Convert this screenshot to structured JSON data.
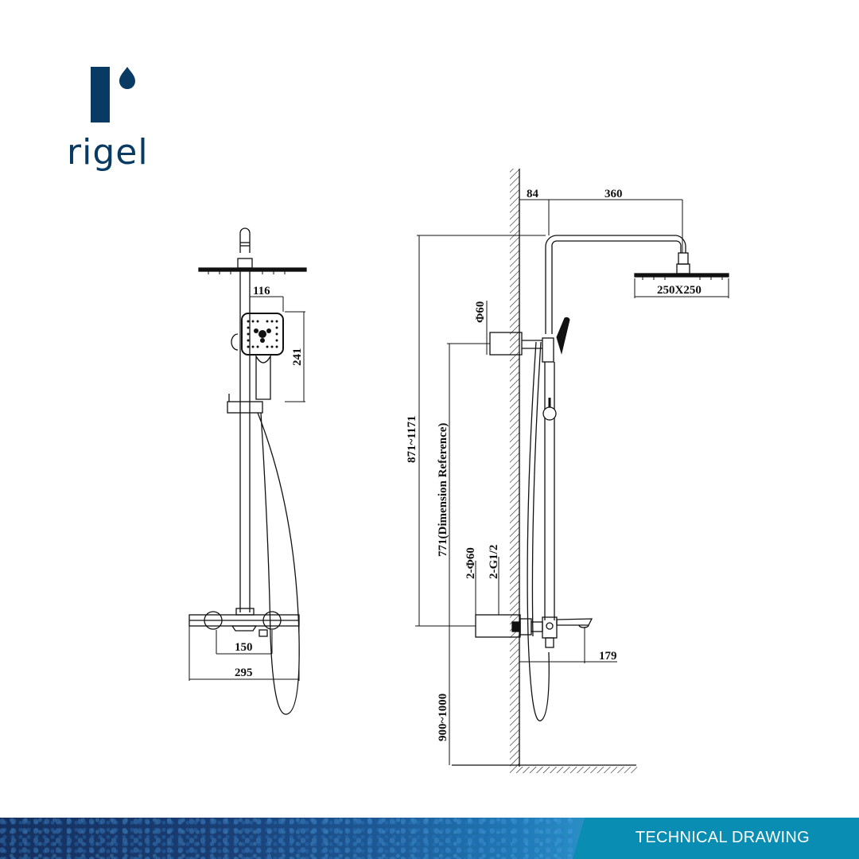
{
  "brand": {
    "name": "rigel",
    "color": "#083a63"
  },
  "footer": {
    "label": "TECHNICAL DRAWING",
    "band_color": "#0a8db3",
    "gradient_start": "#15305e"
  },
  "front_view": {
    "dimensions": {
      "handshower_width": "116",
      "handshower_height": "241",
      "valve_centers": "150",
      "valve_width": "295"
    }
  },
  "side_view": {
    "dimensions": {
      "wall_to_riser": "84",
      "arm_length": "360",
      "head_size": "250X250",
      "wall_bracket": "Φ60",
      "total_height_range": "871~1171",
      "reference_height": "771(Dimension Reference)",
      "valve_flanges": "2-Φ60",
      "inlet_thread": "2-G1/2",
      "spout_projection": "179",
      "mount_height": "900~1000"
    }
  }
}
